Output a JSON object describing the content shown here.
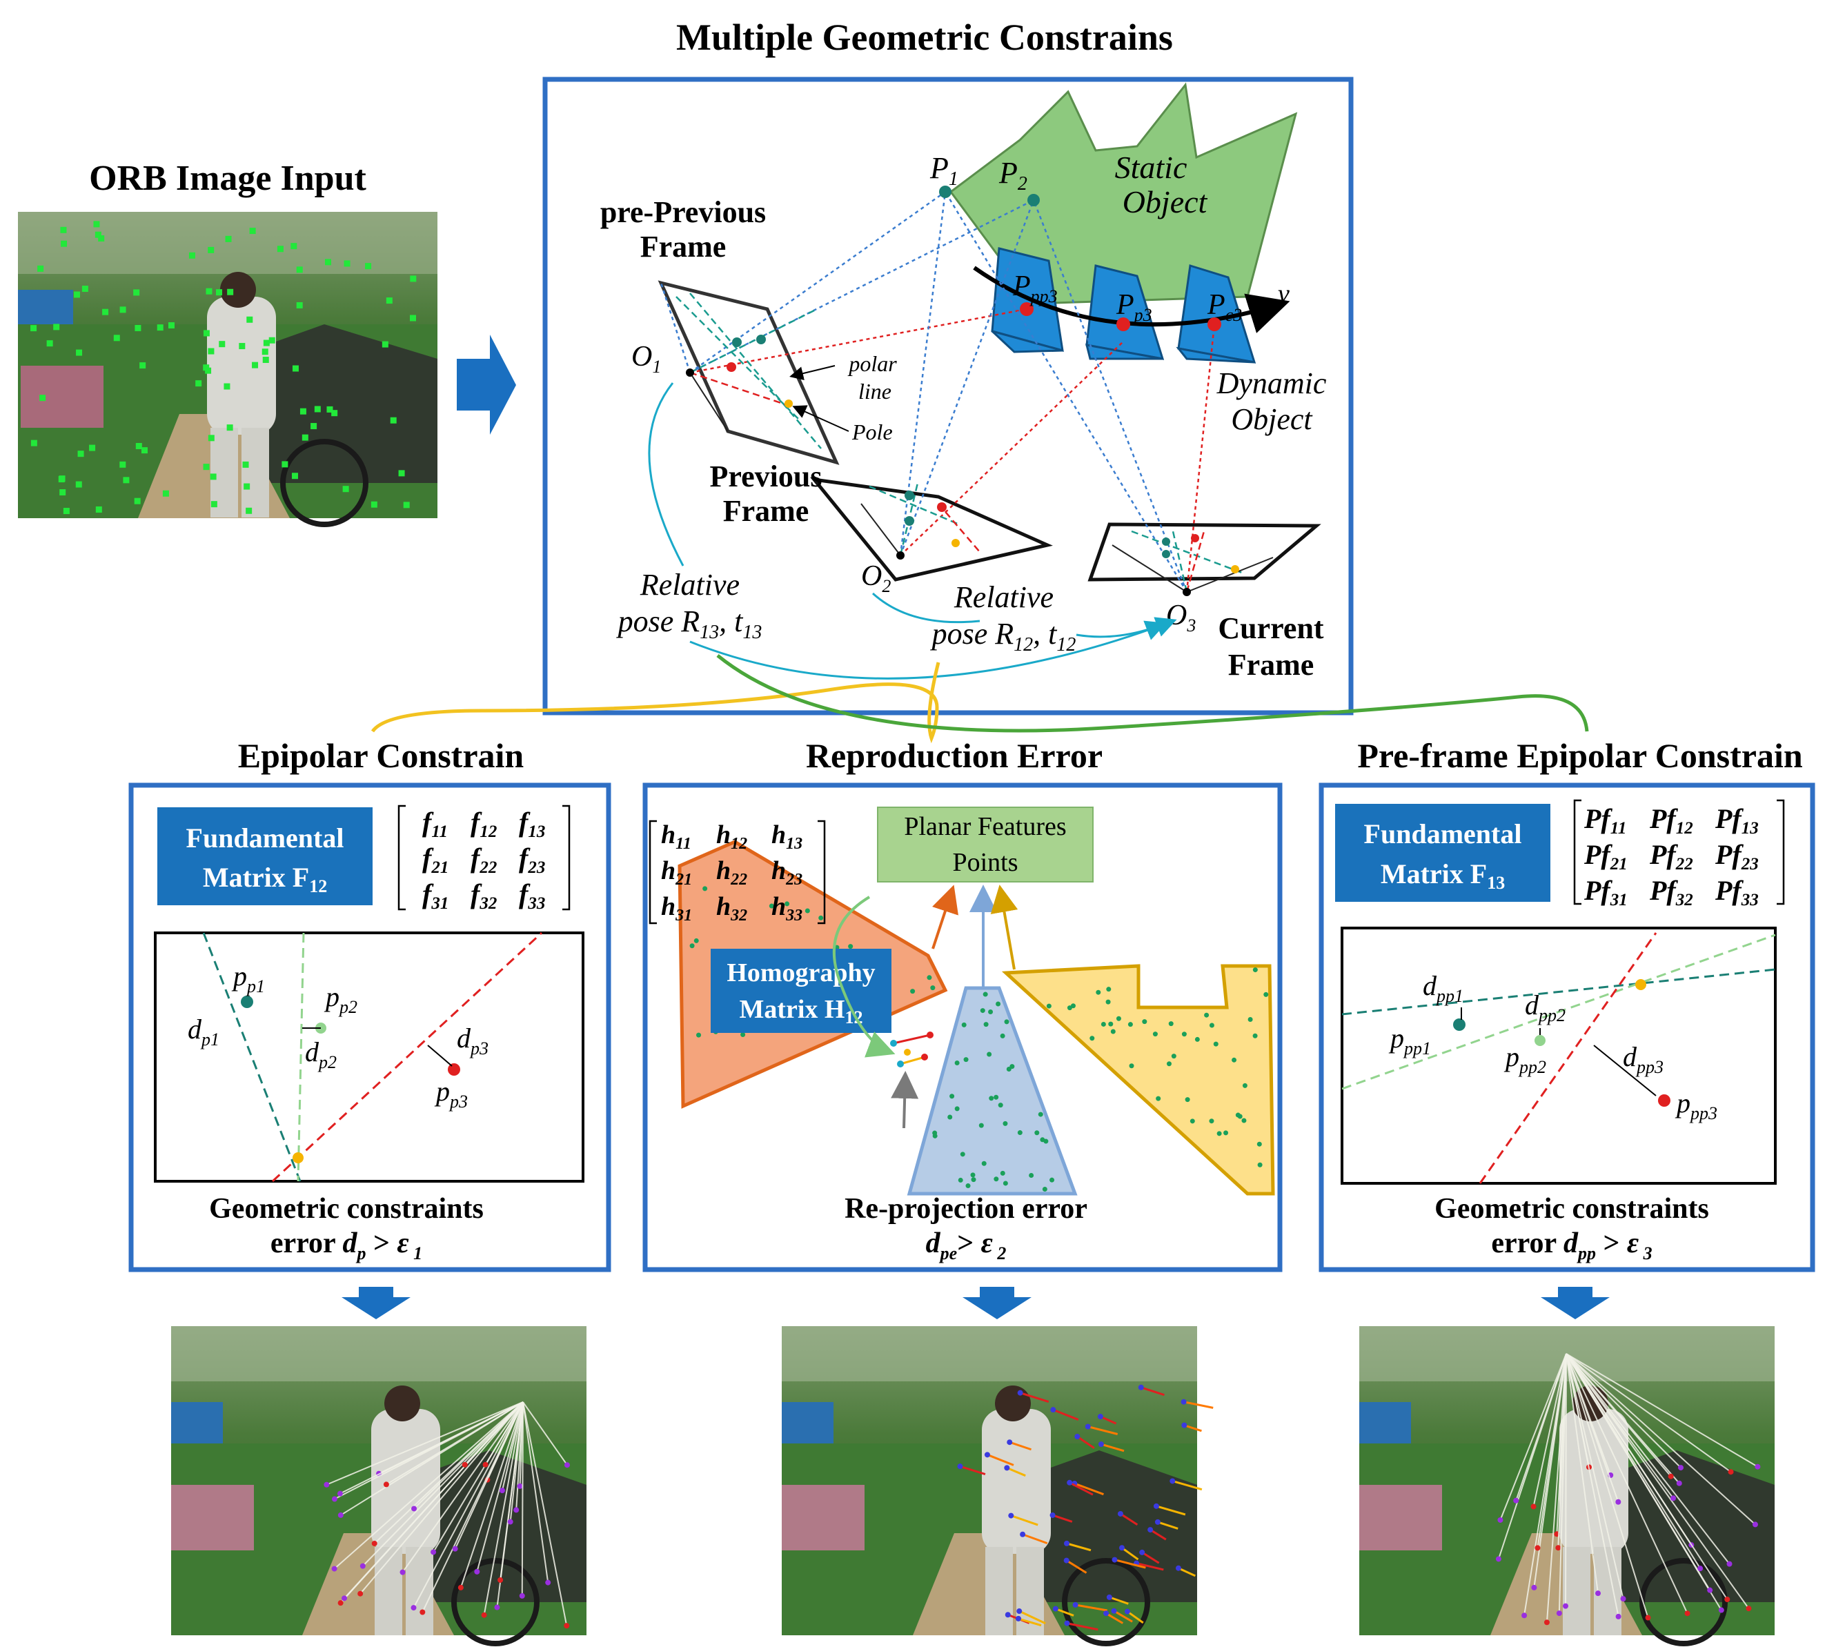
{
  "titles": {
    "top": "Multiple Geometric Constrains",
    "input": "ORB Image Input",
    "epipolar": "Epipolar Constrain",
    "reproduction": "Reproduction Error",
    "preframe": "Pre-frame Epipolar Constrain"
  },
  "top_diagram": {
    "static_object": [
      "Static",
      "Object"
    ],
    "dynamic_object": [
      "Dynamic",
      "Object"
    ],
    "frames": {
      "pre_previous": [
        "pre-Previous",
        "Frame"
      ],
      "previous": [
        "Previous",
        "Frame"
      ],
      "current": [
        "Current",
        "Frame"
      ]
    },
    "points": {
      "P1": {
        "base": "P",
        "sub": "1"
      },
      "P2": {
        "base": "P",
        "sub": "2"
      },
      "Ppp3": {
        "base": "P",
        "sub": "pp3"
      },
      "Pp3": {
        "base": "P",
        "sub": "p3"
      },
      "Pc3": {
        "base": "P",
        "sub": "c3"
      },
      "O1": {
        "base": "O",
        "sub": "1"
      },
      "O2": {
        "base": "O",
        "sub": "2"
      },
      "O3": {
        "base": "O",
        "sub": "3"
      },
      "v": "v"
    },
    "annotations": {
      "polar_line": [
        "polar",
        "line"
      ],
      "pole": "Pole"
    },
    "relative_pose_13": {
      "line1": "Relative",
      "pre": "pose R",
      "rsub": "13",
      "mid": ", t",
      "tsub": "13"
    },
    "relative_pose_12": {
      "line1": "Relative",
      "pre": "pose R",
      "rsub": "12",
      "mid": ", t",
      "tsub": "12"
    }
  },
  "epipolar_panel": {
    "badge": [
      "Fundamental",
      "Matrix F",
      "12"
    ],
    "matrix": [
      [
        "f",
        "11"
      ],
      [
        "f",
        "12"
      ],
      [
        "f",
        "13"
      ],
      [
        "f",
        "21"
      ],
      [
        "f",
        "22"
      ],
      [
        "f",
        "23"
      ],
      [
        "f",
        "31"
      ],
      [
        "f",
        "32"
      ],
      [
        "f",
        "33"
      ]
    ],
    "labels": {
      "pp1": {
        "base": "p",
        "sub": "p1"
      },
      "pp2": {
        "base": "p",
        "sub": "p2"
      },
      "pp3": {
        "base": "p",
        "sub": "p3"
      },
      "dp1": {
        "base": "d",
        "sub": "p1"
      },
      "dp2": {
        "base": "d",
        "sub": "p2"
      },
      "dp3": {
        "base": "d",
        "sub": "p3"
      }
    },
    "caption1": "Geometric constraints",
    "caption2": {
      "pre": "error ",
      "d": "d",
      "sub": "p",
      "gt": " > ",
      "eps": "ε",
      "epsub": " 1"
    }
  },
  "reproduction_panel": {
    "matrix": [
      [
        "h",
        "11"
      ],
      [
        "h",
        "12"
      ],
      [
        "h",
        "13"
      ],
      [
        "h",
        "21"
      ],
      [
        "h",
        "22"
      ],
      [
        "h",
        "23"
      ],
      [
        "h",
        "31"
      ],
      [
        "h",
        "32"
      ],
      [
        "h",
        "33"
      ]
    ],
    "planar": [
      "Planar Features",
      "Points"
    ],
    "homography": [
      "Homography",
      "Matrix H",
      "12"
    ],
    "caption1": "Re-projection error",
    "caption2": {
      "d": "d",
      "sub": "pe",
      "gt": "> ",
      "eps": "ε",
      "epsub": " 2"
    }
  },
  "preframe_panel": {
    "badge": [
      "Fundamental",
      "Matrix F",
      "13"
    ],
    "matrix": [
      [
        "Pf",
        "11"
      ],
      [
        "Pf",
        "12"
      ],
      [
        "Pf",
        "13"
      ],
      [
        "Pf",
        "21"
      ],
      [
        "Pf",
        "22"
      ],
      [
        "Pf",
        "23"
      ],
      [
        "Pf",
        "31"
      ],
      [
        "Pf",
        "32"
      ],
      [
        "Pf",
        "33"
      ]
    ],
    "labels": {
      "dpp1": {
        "base": "d",
        "sub": "pp1"
      },
      "dpp2": {
        "base": "d",
        "sub": "pp2"
      },
      "dpp3": {
        "base": "d",
        "sub": "pp3"
      },
      "ppp1": {
        "base": "p",
        "sub": "pp1"
      },
      "ppp2": {
        "base": "p",
        "sub": "pp2"
      },
      "ppp3": {
        "base": "p",
        "sub": "pp3"
      }
    },
    "caption1": "Geometric constraints",
    "caption2": {
      "pre": "error ",
      "d": "d",
      "sub": "pp",
      "gt": " > ",
      "eps": "ε",
      "epsub": " 3"
    }
  },
  "colors": {
    "frame_blue": "#2f6fc4",
    "badge_blue": "#1a72bb",
    "static_green": "#8dc97e",
    "dynamic_blue": "#1f8ad6",
    "red": "#e02020",
    "teal": "#1a7f74",
    "light_green": "#92d48e",
    "yellow_dot": "#f5b400",
    "orange": "#f4a47c",
    "light_blue_trap": "#b6cce6",
    "yellow_poly": "#fde08a",
    "planar_green": "#a8d38f"
  }
}
